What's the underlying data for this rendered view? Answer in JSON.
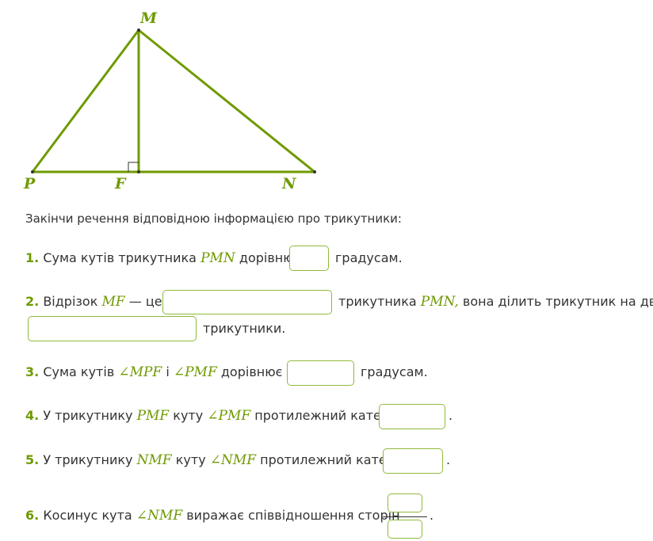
{
  "figure": {
    "vertices": {
      "M": "M",
      "P": "P",
      "F": "F",
      "N": "N"
    },
    "line_color": "#6f9a00"
  },
  "instruction": "Закінчи речення відповідною інформацією про трикутники:",
  "items": [
    {
      "num": "1.",
      "a": "Сума кутів трикутника",
      "m1": "PMN",
      "b": "дорівнює",
      "c": "градусам."
    },
    {
      "num": "2.",
      "a": "Відрізок",
      "m1": "MF",
      "b": "— це",
      "c": "трикутника",
      "m2": "PMN,",
      "d": "вона ділить трикутник на два",
      "e": "трикутники."
    },
    {
      "num": "3.",
      "a": "Сума кутів",
      "m1": "∠MPF",
      "b": "і",
      "m2": "∠PMF",
      "c": "дорівнює",
      "d": "градусам."
    },
    {
      "num": "4.",
      "a": "У трикутнику",
      "m1": "PMF",
      "b": "куту",
      "m2": "∠PMF",
      "c": "протилежний катет",
      "d": "."
    },
    {
      "num": "5.",
      "a": "У трикутнику",
      "m1": "NMF",
      "b": "куту",
      "m2": "∠NMF",
      "c": "протилежний катет",
      "d": "."
    },
    {
      "num": "6.",
      "a": "Косинус кута",
      "m1": "∠NMF",
      "b": "виражає співвідношення сторін",
      "c": "."
    }
  ],
  "accent_color": "#6f9a00",
  "input_border_color": "#8fba3a"
}
